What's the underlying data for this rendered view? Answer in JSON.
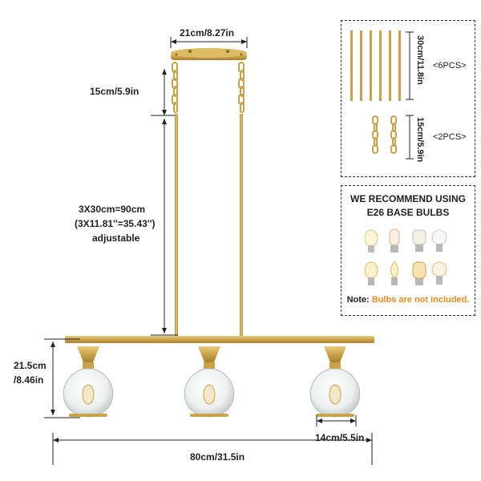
{
  "dimensions": {
    "canopy_width": "21cm/8.27in",
    "chain_length": "15cm/5.9in",
    "rod_total_line1": "3X30cm=90cm",
    "rod_total_line2": "(3X11.81''=35.43'')",
    "rod_total_line3": "adjustable",
    "shade_height_line1": "21.5cm",
    "shade_height_line2": "/8.46in",
    "shade_width": "14cm/5.5in",
    "total_width": "80cm/31.5in"
  },
  "accessories": {
    "rods_length": "30cm/11.8in",
    "rods_count": "<6PCS>",
    "chains_length": "15cm/5.9in",
    "chains_count": "<2PCS>"
  },
  "recommendation": {
    "title_line1": "WE RECOMMEND USING",
    "title_line2": "E26 BASE BULBS",
    "note_label": "Note:",
    "note_text": " Bulbs are not included."
  },
  "colors": {
    "brass": "#c9a24a",
    "note_orange": "#f08a1c"
  }
}
